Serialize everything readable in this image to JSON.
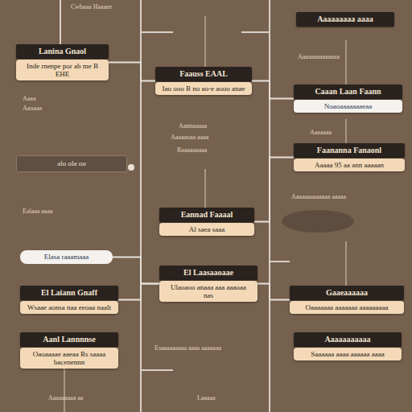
{
  "diagram": {
    "nodes": [
      {
        "text": [
          "Lanina Gnaol",
          "Inde rnenpe por ab me B EHE"
        ]
      },
      {
        "text": [
          "alo ola ou"
        ]
      },
      {
        "text": [
          "Elasa raaamaaa"
        ]
      },
      {
        "text": [
          "El Laiann Gnaff",
          "Wsaae aonsa naa eeoaa naalt"
        ]
      },
      {
        "text": [
          "Aanl Lannnnse",
          "Oaoaaaae aaeaa Rs saaaa bacenennn"
        ]
      },
      {
        "text": [
          "Faauss EAAL",
          "Iau ooo B no ao-e aooo anae"
        ]
      },
      {
        "text": [
          "Eannad Faaaal",
          "Al saea saaa"
        ]
      },
      {
        "text": [
          "El Laasaaoaae",
          "Ulaoaoo anaaa aaa aaaoaa nas"
        ]
      },
      {
        "text": [
          "Aaaaaaaaa aaaa"
        ]
      },
      {
        "text": [
          "Caaan Laan Faann",
          "Noaoaaaaaaaeaa"
        ]
      },
      {
        "text": [
          "Faananna Fanaonl",
          "Aaaaa 95 aa ann aaaaan"
        ]
      },
      {
        "text": [
          "Gaaeaaaaaa",
          "Oaaaaaaa aaaaaaa aaaaaaaaa"
        ]
      },
      {
        "text": [
          "Aaaaaaaaaaa",
          "Saaaaaa aaaa aaaaaa aaaa"
        ]
      }
    ],
    "edges": [
      {
        "from": 0,
        "to": 5,
        "arrow": "none"
      },
      {
        "from": 5,
        "to": 9,
        "arrow": "none"
      },
      {
        "from": 2,
        "to": 7,
        "arrow": "none"
      },
      {
        "from": 6,
        "to": 10,
        "arrow": "none"
      },
      {
        "from": 7,
        "to": 11,
        "arrow": "none"
      },
      {
        "from": 3,
        "to": 7,
        "arrow": "none"
      }
    ],
    "labels": [
      "Cwbaaa Haaaee",
      "Aaaa",
      "Aaoaaa",
      "Ealaaa aaaa",
      "Aannaaaaa",
      "Aaaaaoaa aaaa",
      "Raaaaaaaaa",
      "Esaaaaaaaaa aaaa aaaaaaa",
      "Laaaaa",
      "Aaaaaaaaaaaaaa",
      "Aaaaaaaaaaaaa aaaaa",
      "Aaaaaaa",
      "Aaaaaaaaa aa"
    ]
  }
}
